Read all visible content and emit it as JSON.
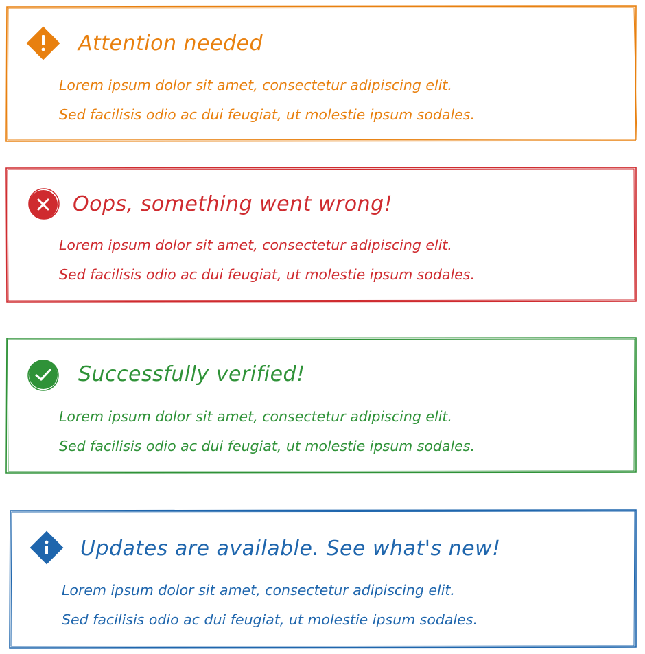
{
  "alerts": [
    {
      "kind": "warning",
      "title": "Attention needed",
      "line1": "Lorem ipsum dolor sit amet, consectetur adipiscing elit.",
      "line2": "Sed facilisis odio ac dui feugiat, ut molestie ipsum sodales.",
      "color": "#e8800f",
      "icon": "exclamation-diamond-icon"
    },
    {
      "kind": "error",
      "title": "Oops, something went wrong!",
      "line1": "Lorem ipsum dolor sit amet, consectetur adipiscing elit.",
      "line2": "Sed facilisis odio ac dui feugiat, ut molestie ipsum sodales.",
      "color": "#cf2b2f",
      "icon": "x-circle-icon"
    },
    {
      "kind": "success",
      "title": "Successfully verified!",
      "line1": "Lorem ipsum dolor sit amet, consectetur adipiscing elit.",
      "line2": "Sed facilisis odio ac dui feugiat, ut molestie ipsum sodales.",
      "color": "#2f9238",
      "icon": "checkmark-circle-icon"
    },
    {
      "kind": "info",
      "title": "Updates are available. See what's new!",
      "line1": "Lorem ipsum dolor sit amet, consectetur adipiscing elit.",
      "line2": "Sed facilisis odio ac dui feugiat, ut molestie ipsum sodales.",
      "color": "#1f66ad",
      "icon": "info-diamond-icon"
    }
  ]
}
